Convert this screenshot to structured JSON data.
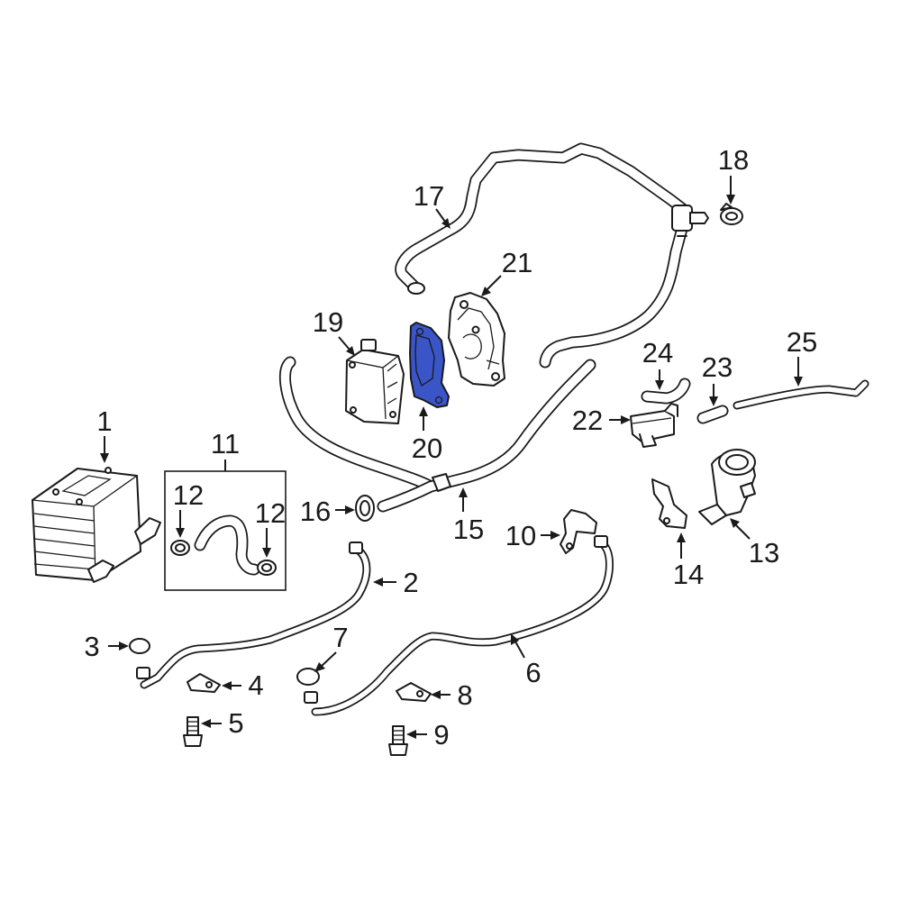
{
  "diagram": {
    "highlight_color": "#3a55c8",
    "line_color": "#1a1a1a",
    "callouts": {
      "c1": "1",
      "c2": "2",
      "c3": "3",
      "c4": "4",
      "c5": "5",
      "c6": "6",
      "c7": "7",
      "c8": "8",
      "c9": "9",
      "c10": "10",
      "c11": "11",
      "c12a": "12",
      "c12b": "12",
      "c13": "13",
      "c14": "14",
      "c15": "15",
      "c16": "16",
      "c17": "17",
      "c18": "18",
      "c19": "19",
      "c20": "20",
      "c21": "21",
      "c22": "22",
      "c23": "23",
      "c24": "24",
      "c25": "25"
    }
  }
}
